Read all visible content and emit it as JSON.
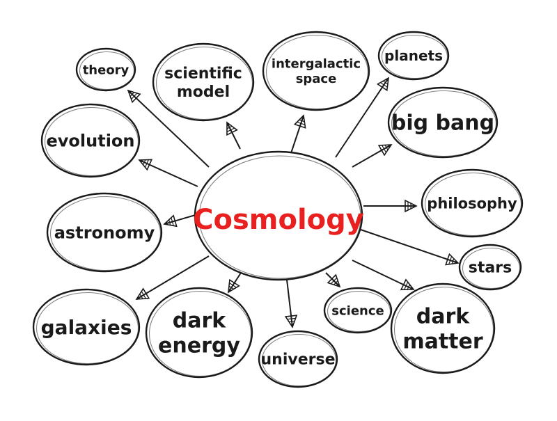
{
  "center": {
    "label": "Cosmology",
    "color": "#e8201f"
  },
  "nodes": [
    {
      "id": "theory",
      "label": "theory"
    },
    {
      "id": "scientific-model",
      "label": "scientific model"
    },
    {
      "id": "intergalactic-space",
      "label": "intergalactic space"
    },
    {
      "id": "planets",
      "label": "planets"
    },
    {
      "id": "big-bang",
      "label": "big bang"
    },
    {
      "id": "evolution",
      "label": "evolution"
    },
    {
      "id": "philosophy",
      "label": "philosophy"
    },
    {
      "id": "astronomy",
      "label": "astronomy"
    },
    {
      "id": "stars",
      "label": "stars"
    },
    {
      "id": "galaxies",
      "label": "galaxies"
    },
    {
      "id": "dark-energy",
      "label": "dark energy"
    },
    {
      "id": "universe",
      "label": "universe"
    },
    {
      "id": "science",
      "label": "science"
    },
    {
      "id": "dark-matter",
      "label": "dark matter"
    }
  ],
  "edges": [
    {
      "to": "theory"
    },
    {
      "to": "scientific-model"
    },
    {
      "to": "intergalactic-space"
    },
    {
      "to": "planets"
    },
    {
      "to": "big-bang"
    },
    {
      "to": "evolution"
    },
    {
      "to": "philosophy"
    },
    {
      "to": "astronomy"
    },
    {
      "to": "stars"
    },
    {
      "to": "galaxies"
    },
    {
      "to": "dark-energy"
    },
    {
      "to": "universe"
    },
    {
      "to": "science"
    },
    {
      "to": "dark-matter"
    }
  ]
}
